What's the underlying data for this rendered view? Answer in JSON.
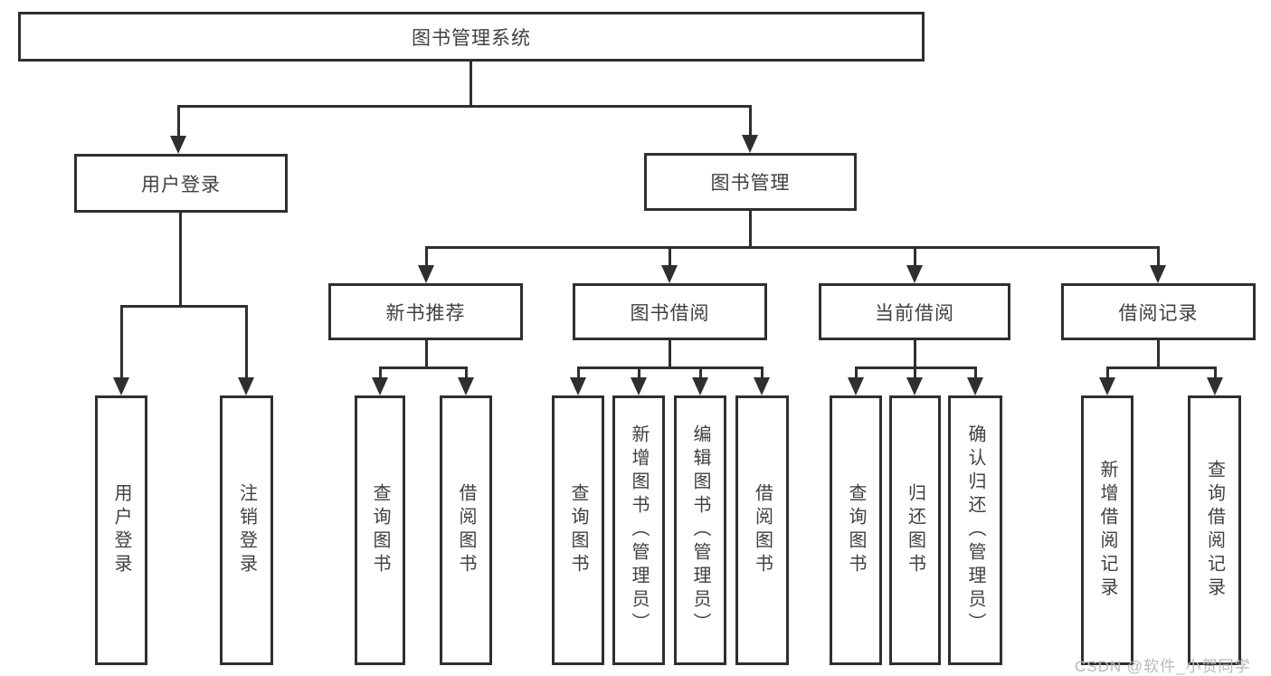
{
  "diagram": {
    "root": {
      "label": "图书管理系统"
    },
    "level2": [
      {
        "label": "用户登录",
        "children": [
          {
            "label": "用户登录"
          },
          {
            "label": "注销登录"
          }
        ]
      },
      {
        "label": "图书管理",
        "children": [
          {
            "label": "新书推荐",
            "children": [
              {
                "label": "查询图书"
              },
              {
                "label": "借阅图书"
              }
            ]
          },
          {
            "label": "图书借阅",
            "children": [
              {
                "label": "查询图书"
              },
              {
                "label": "新增图书（管理员）"
              },
              {
                "label": "编辑图书（管理员）"
              },
              {
                "label": "借阅图书"
              }
            ]
          },
          {
            "label": "当前借阅",
            "children": [
              {
                "label": "查询图书"
              },
              {
                "label": "归还图书"
              },
              {
                "label": "确认归还（管理员）"
              }
            ]
          },
          {
            "label": "借阅记录",
            "children": [
              {
                "label": "新增借阅记录"
              },
              {
                "label": "查询借阅记录"
              }
            ]
          }
        ]
      }
    ]
  },
  "watermark": {
    "text": "CSDN @软件_小贺同学"
  },
  "colors": {
    "line": "#2f2f2f",
    "box_background": "#ffffff",
    "text": "#404040",
    "watermark": "#b9b9b9"
  }
}
